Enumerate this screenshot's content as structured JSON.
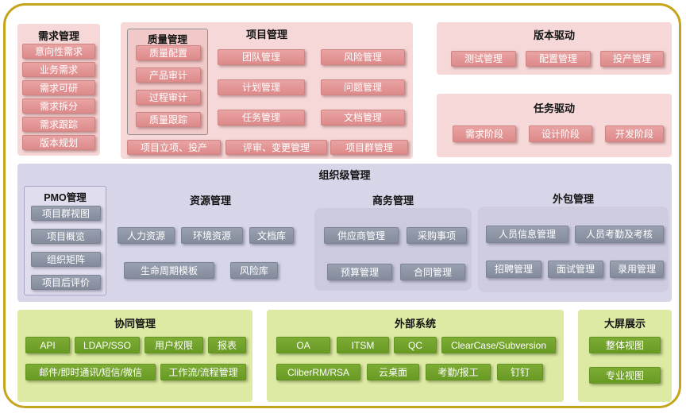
{
  "requirements": {
    "title": "需求管理",
    "items": [
      "意向性需求",
      "业务需求",
      "需求可研",
      "需求拆分",
      "需求跟踪",
      "版本规划"
    ]
  },
  "project": {
    "title": "项目管理",
    "quality": {
      "title": "质量管理",
      "items": [
        "质量配置",
        "产品审计",
        "过程审计",
        "质量跟踪"
      ]
    },
    "init_label": "项目立项、投产",
    "columnA": [
      "团队管理",
      "计划管理",
      "任务管理",
      "评审、变更管理"
    ],
    "columnB": [
      "风险管理",
      "问题管理",
      "文档管理",
      "项目群管理"
    ]
  },
  "version_driven": {
    "title": "版本驱动",
    "items": [
      "测试管理",
      "配置管理",
      "投产管理"
    ]
  },
  "task_driven": {
    "title": "任务驱动",
    "items": [
      "需求阶段",
      "设计阶段",
      "开发阶段"
    ]
  },
  "org": {
    "title": "组织级管理",
    "pmo": {
      "title": "PMO管理",
      "items": [
        "项目群视图",
        "项目概览",
        "组织矩阵",
        "项目后评价"
      ]
    },
    "resource": {
      "title": "资源管理",
      "row1": [
        "人力资源",
        "环境资源",
        "文档库"
      ],
      "row2": [
        "生命周期模板",
        "风险库"
      ]
    },
    "business": {
      "title": "商务管理",
      "row1": [
        "供应商管理",
        "采购事项"
      ],
      "row2": [
        "预算管理",
        "合同管理"
      ]
    },
    "outsourcing": {
      "title": "外包管理",
      "row1": [
        "人员信息管理",
        "人员考勤及考核"
      ],
      "row2": [
        "招聘管理",
        "面试管理",
        "录用管理"
      ]
    }
  },
  "collaboration": {
    "title": "协同管理",
    "row1": [
      "API",
      "LDAP/SSO",
      "用户权限",
      "报表"
    ],
    "row2": [
      "邮件/即时通讯/短信/微信",
      "工作流/流程管理"
    ]
  },
  "external": {
    "title": "外部系统",
    "row1": [
      "OA",
      "ITSM",
      "QC",
      "ClearCase/Subversion"
    ],
    "row2": [
      "CliberRM/RSA",
      "云桌面",
      "考勤/报工",
      "钉钉"
    ]
  },
  "bigscreen": {
    "title": "大屏展示",
    "items": [
      "整体视图",
      "专业视图"
    ]
  },
  "colors": {
    "frame_border": "#c5a41c",
    "pink_panel": "#f6d8d8",
    "pink_tile": "#e09090",
    "purple_panel": "#d7d5e8",
    "grey_tile": "#8d93a4",
    "green_panel": "#dceaa4",
    "green_tile": "#6fa12a"
  }
}
